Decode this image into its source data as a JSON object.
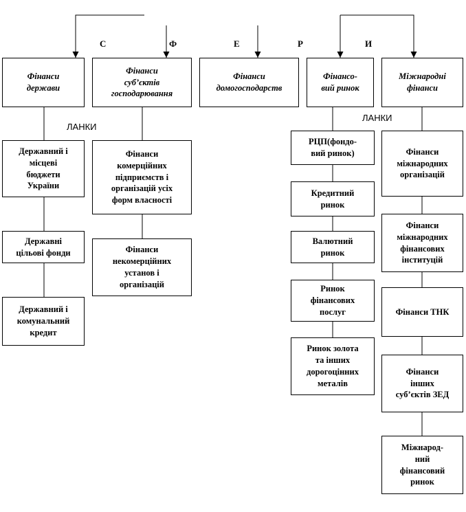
{
  "sphere_letters": [
    "С",
    "Ф",
    "Е",
    "Р",
    "И"
  ],
  "top_boxes": [
    "Фінанси\nдержави",
    "Фінанси\nсуб’єктів\nгосподарювання",
    "Фінанси\nдомогосподарств",
    "Фінансо-\nвий ринок",
    "Міжнародні\nфінанси"
  ],
  "links_label_left": "ЛАНКИ",
  "links_label_right": "ЛАНКИ",
  "state_finance_links": [
    "Державний і\nмісцеві\nбюджети\nУкраїни",
    "Державні\nцільові фонди",
    "Державний і\nкомунальний\nкредит"
  ],
  "enterprise_finance_links": [
    "Фінанси\nкомерційних\nпідприємств і\nорганізацій усіх\nформ власності",
    "Фінанси\nнекомерційних\nустанов і\nорганізацій"
  ],
  "financial_market_links": [
    "РЦП(фондо-\nвий ринок)",
    "Кредитний\nринок",
    "Валютний\nринок",
    "Ринок\nфінансових\nпослуг",
    "Ринок золота\nта інших\nдорогоцінних\nметалів"
  ],
  "international_finance_links": [
    "Фінанси\nміжнародних\nорганізацій",
    "Фінанси\nміжнародних\nфінансових\nінституцій",
    "Фінанси ТНК",
    "Фінанси\nінших\nсуб’єктів ЗЕД",
    "Міжнарод-\nний\nфінансовий\nринок"
  ]
}
